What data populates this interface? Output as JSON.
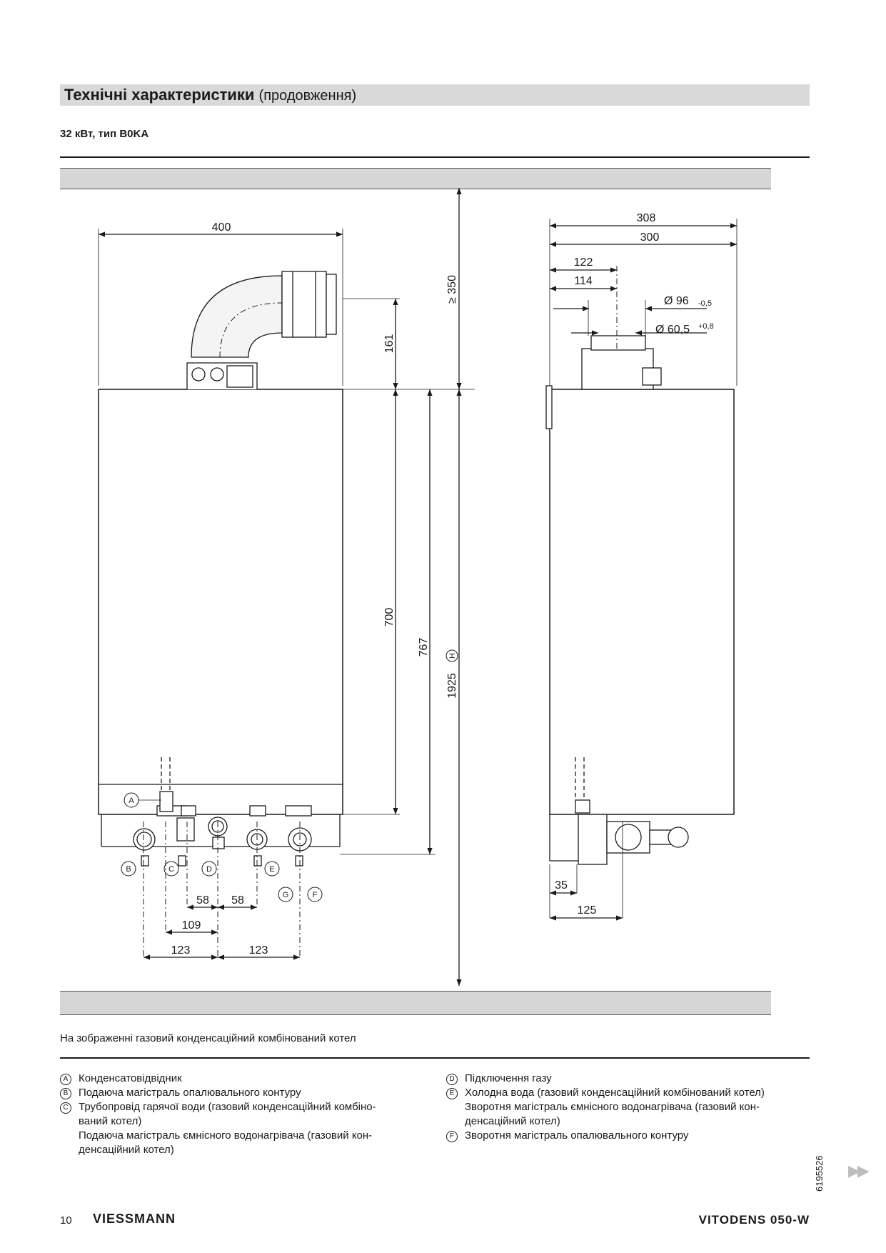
{
  "header": {
    "title": "Технічні характеристики",
    "title_suffix": "(продовження)",
    "subtitle": "32 кВт, тип B0KA"
  },
  "drawing": {
    "front_view": {
      "width": "400",
      "flue_height": "161",
      "min_clearance": "≥ 350",
      "case_height": "700",
      "total_height": "767",
      "install_height": "1925",
      "install_height_marker": "H",
      "dims": [
        "58",
        "58",
        "109",
        "123",
        "123"
      ],
      "labels": [
        "A",
        "B",
        "C",
        "D",
        "E",
        "G",
        "F"
      ]
    },
    "side_view": {
      "depth_total": "308",
      "depth_case": "300",
      "flue_offset": "122",
      "flue_offset_inner": "114",
      "outer_pipe": "Ø 96",
      "outer_pipe_tol": "-0,5",
      "inner_pipe": "Ø 60,5",
      "inner_pipe_tol": "+0,8",
      "bottom_1": "35",
      "bottom_2": "125"
    }
  },
  "caption": "На зображенні газовий конденсаційний комбінований котел",
  "legend_left": [
    {
      "mark": "A",
      "lines": [
        "Конденсатовідвідник"
      ]
    },
    {
      "mark": "B",
      "lines": [
        "Подаюча магістраль опалювального контуру"
      ]
    },
    {
      "mark": "C",
      "lines": [
        "Трубопровід гарячої води (газовий конденсаційний комбіно-",
        "ваний котел)",
        "Подаюча магістраль ємнісного водонагрівача (газовий кон-",
        "денсаційний котел)"
      ]
    }
  ],
  "legend_right": [
    {
      "mark": "D",
      "lines": [
        "Підключення газу"
      ]
    },
    {
      "mark": "E",
      "lines": [
        "Холодна вода (газовий конденсаційний комбінований котел)",
        "Зворотня магістраль ємнісного водонагрівача (газовий кон-",
        "денсаційний котел)"
      ]
    },
    {
      "mark": "F",
      "lines": [
        "Зворотня магістраль опалювального контуру"
      ]
    }
  ],
  "footer": {
    "page_number": "10",
    "brand": "VIESSMANN",
    "product": "VITODENS 050-W",
    "doc_number": "6195526",
    "next_icon": "double-arrow-right-icon"
  }
}
